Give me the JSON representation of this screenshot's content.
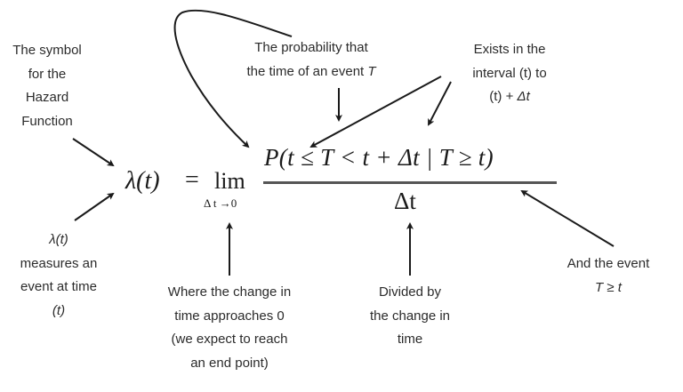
{
  "annotations": {
    "symbol": {
      "lines": [
        "The symbol",
        "for the",
        "Hazard",
        "Function"
      ]
    },
    "probability": {
      "lines": [
        "The probability that",
        "the time of an event "
      ],
      "var": "T"
    },
    "exists": {
      "lines": [
        "Exists in the",
        "interval (t) to",
        "(t) + "
      ],
      "var": "Δt"
    },
    "lambda_measures": {
      "lines": [
        "λ(t)",
        "measures an",
        "event at time",
        "(t)"
      ]
    },
    "limit": {
      "lines": [
        "Where the change in",
        "time approaches 0",
        "(we expect to reach",
        "an end point)"
      ]
    },
    "divided": {
      "lines": [
        "Divided by",
        "the change in",
        "time"
      ]
    },
    "and_event": {
      "lines": [
        "And the event",
        "T ≥ t"
      ]
    }
  },
  "formula": {
    "lhs": "λ(t)",
    "equals": "=",
    "lim": "lim",
    "lim_sub": "Δ t →0",
    "numerator": "P(t ≤ T  <  t + Δt | T  ≥ t)",
    "denominator": "Δt"
  },
  "colors": {
    "text": "#2b2b2b",
    "arrow": "#1a1a1a",
    "fraction_bar": "#555555",
    "background": "#ffffff"
  }
}
